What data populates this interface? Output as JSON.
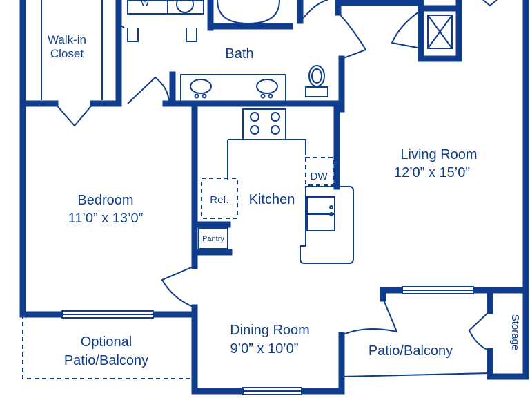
{
  "colors": {
    "wall": "#0f3d8c",
    "background": "#ffffff"
  },
  "rooms": {
    "walkin_closet": {
      "line1": "Walk-in",
      "line2": "Closet"
    },
    "bath": {
      "name": "Bath"
    },
    "bedroom": {
      "name": "Bedroom",
      "size": "11’0” x 13’0”"
    },
    "kitchen": {
      "name": "Kitchen"
    },
    "living_room": {
      "name": "Living Room",
      "size": "12’0” x 15’0”"
    },
    "dining_room": {
      "name": "Dining Room",
      "size": "9’0” x 10’0”"
    },
    "patio_optional": {
      "line1": "Optional",
      "line2": "Patio/Balcony"
    },
    "patio": {
      "name": "Patio/Balcony"
    },
    "storage": {
      "name": "Storage"
    }
  },
  "fixtures": {
    "refrigerator": "Ref.",
    "dishwasher": "DW",
    "pantry": "Pantry",
    "washer": "W"
  },
  "icons": [
    "stove-icon",
    "sink-icon",
    "toilet-icon",
    "bathtub-icon",
    "window-icon",
    "door-swing-icon",
    "water-heater-icon"
  ]
}
